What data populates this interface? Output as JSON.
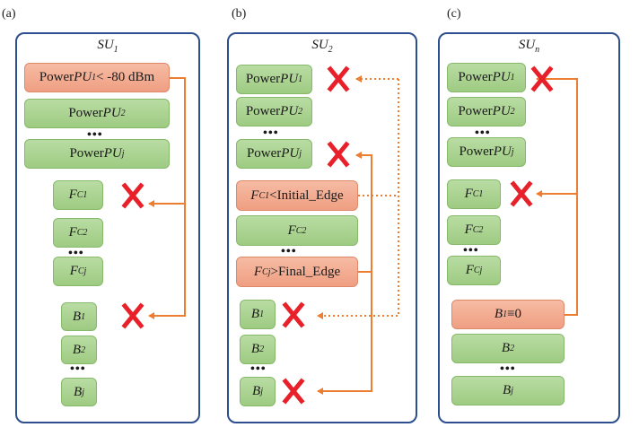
{
  "panels": [
    {
      "label": "(a)",
      "title": {
        "base": "SU",
        "sub": "1"
      },
      "power": [
        {
          "pre": "Power ",
          "var": "PU",
          "sub": "1",
          "post": "< -80 dBm"
        },
        {
          "pre": "Power ",
          "var": "PU",
          "sub": "2",
          "post": ""
        },
        {
          "pre": "Power ",
          "var": "PU",
          "sub": "j",
          "post": ""
        }
      ],
      "fc": [
        {
          "var": "F",
          "sub": "C1",
          "post": ""
        },
        {
          "var": "F",
          "sub": "C2",
          "post": ""
        },
        {
          "var": "F",
          "sub": "Cj",
          "post": ""
        }
      ],
      "b": [
        {
          "var": "B",
          "sub": "1",
          "post": ""
        },
        {
          "var": "B",
          "sub": "2",
          "post": ""
        },
        {
          "var": "B",
          "sub": "j",
          "post": ""
        }
      ],
      "dots": "•••"
    },
    {
      "label": "(b)",
      "title": {
        "base": "SU",
        "sub": "2"
      },
      "power": [
        {
          "pre": "Power ",
          "var": "PU",
          "sub": "1",
          "post": ""
        },
        {
          "pre": "Power ",
          "var": "PU",
          "sub": "2",
          "post": ""
        },
        {
          "pre": "Power ",
          "var": "PU",
          "sub": "j",
          "post": ""
        }
      ],
      "fc": [
        {
          "var": "F",
          "sub": "C1",
          "post": "<Initial_Edge"
        },
        {
          "var": "F",
          "sub": "C2",
          "post": ""
        },
        {
          "var": "F",
          "sub": "Cj",
          "post": ">Final_Edge"
        }
      ],
      "b": [
        {
          "var": "B",
          "sub": "1",
          "post": ""
        },
        {
          "var": "B",
          "sub": "2",
          "post": ""
        },
        {
          "var": "B",
          "sub": "j",
          "post": ""
        }
      ],
      "dots": "•••"
    },
    {
      "label": "(c)",
      "title": {
        "base": "SU",
        "sub": "n"
      },
      "power": [
        {
          "pre": "Power ",
          "var": "PU",
          "sub": "1",
          "post": ""
        },
        {
          "pre": "Power ",
          "var": "PU",
          "sub": "2",
          "post": ""
        },
        {
          "pre": "Power ",
          "var": "PU",
          "sub": "j",
          "post": ""
        }
      ],
      "fc": [
        {
          "var": "F",
          "sub": "C1",
          "post": ""
        },
        {
          "var": "F",
          "sub": "C2",
          "post": ""
        },
        {
          "var": "F",
          "sub": "Cj",
          "post": ""
        }
      ],
      "b": [
        {
          "var": "B",
          "sub": "1",
          "post": "≡0"
        },
        {
          "var": "B",
          "sub": "2",
          "post": ""
        },
        {
          "var": "B",
          "sub": "j",
          "post": ""
        }
      ],
      "dots": "•••"
    }
  ],
  "colors": {
    "panel_border": "#2e4f8f",
    "green_box": "#a8d08d",
    "red_box": "#f4b09a",
    "arrow": "#ed7d31",
    "cross": "#e8202a"
  }
}
